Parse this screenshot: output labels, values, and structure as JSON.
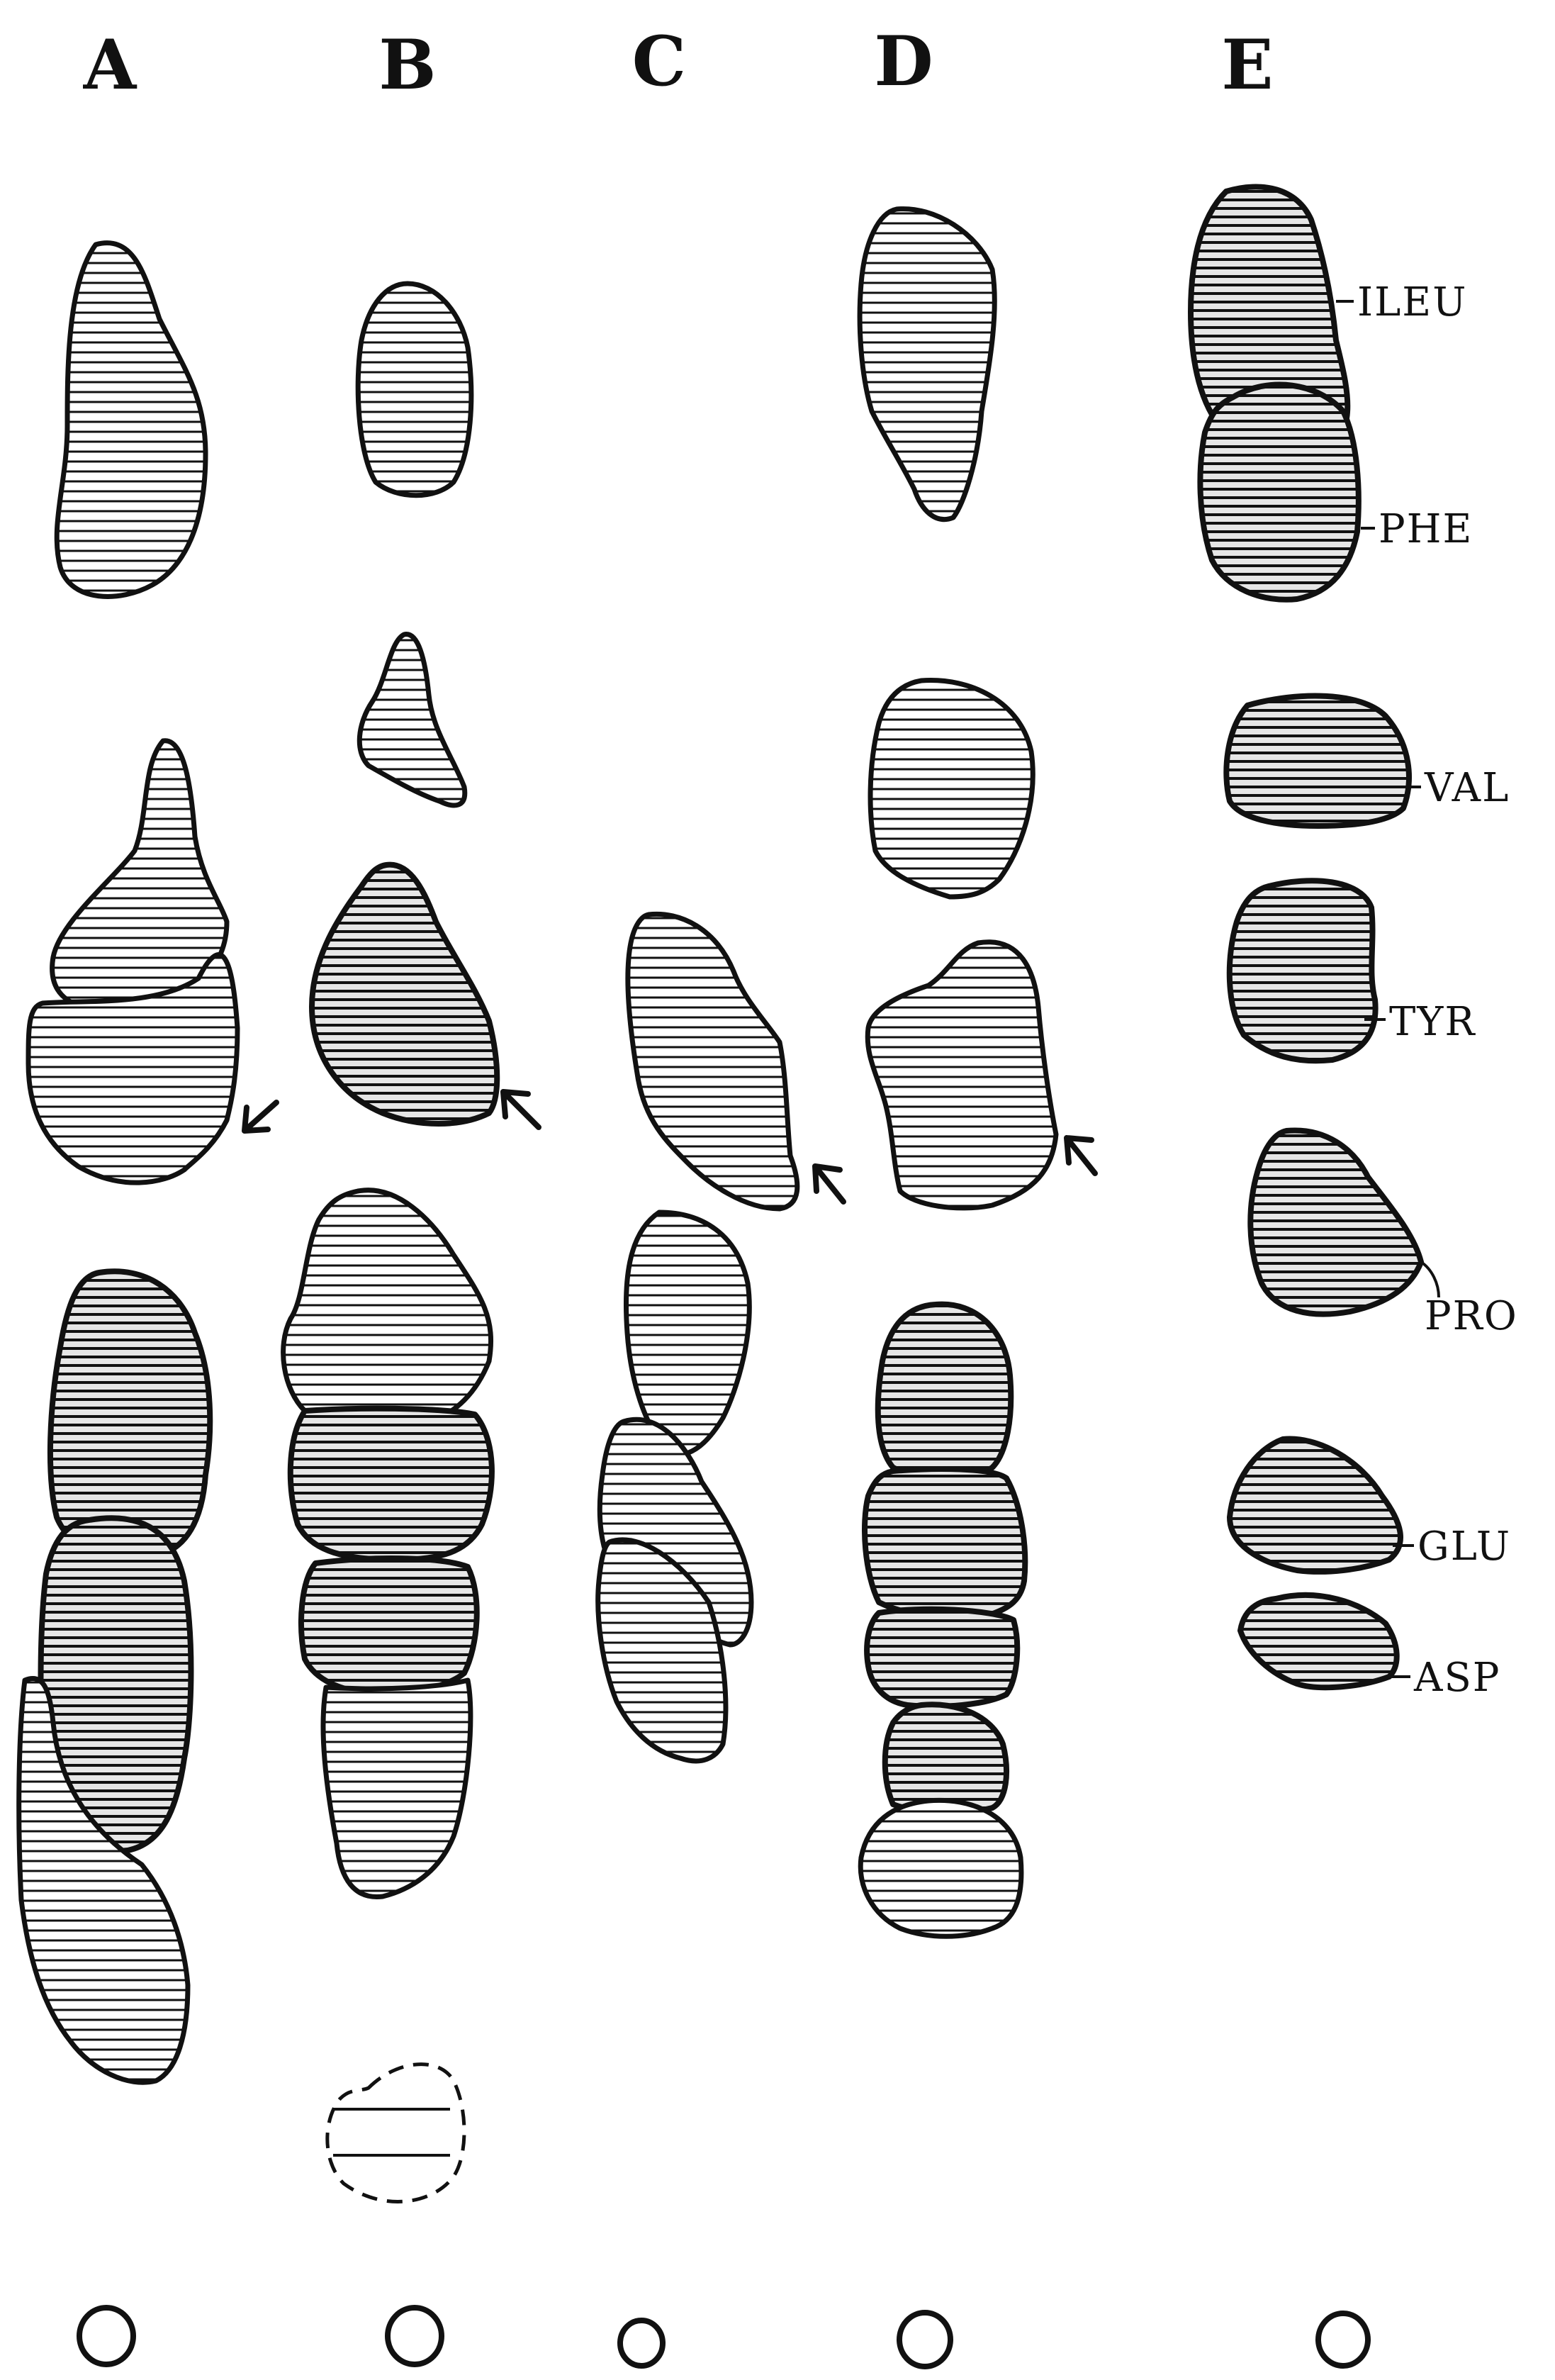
{
  "lanes": {
    "A": "A",
    "B": "B",
    "C": "C",
    "D": "D",
    "E": "E"
  },
  "amino_acids": {
    "ileu": "ILEU",
    "phe": "PHE",
    "val": "VAL",
    "tyr": "TYR",
    "pro": "PRO",
    "glu": "GLU",
    "asp": "ASP"
  },
  "colors": {
    "ink": "#111111",
    "paper": "#ffffff"
  }
}
